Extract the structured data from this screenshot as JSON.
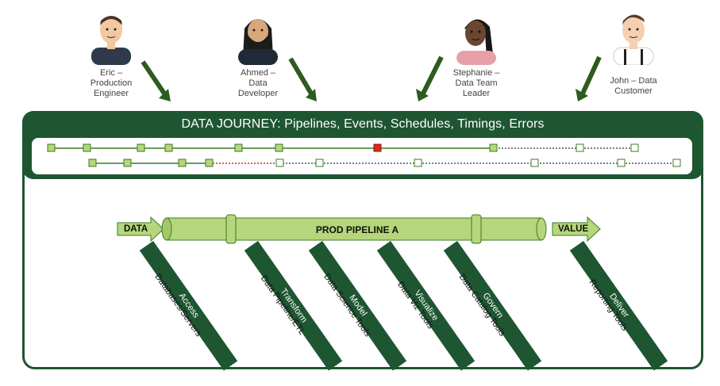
{
  "personas": [
    {
      "name": "Eric –\nProduction\nEngineer",
      "skin": "#f2c8a0",
      "hair": "#4a3322",
      "shirt": "#2f3b4a"
    },
    {
      "name": "Ahmed –\nData\nDeveloper",
      "skin": "#d9a77c",
      "hair": "#1c1c1c",
      "shirt": "#1f2a36"
    },
    {
      "name": "Stephanie –\nData Team\nLeader",
      "skin": "#6b4630",
      "hair": "#171717",
      "shirt": "#e8a0a8"
    },
    {
      "name": "John – Data\nCustomer",
      "skin": "#f4d0b0",
      "hair": "#5a3b22",
      "shirt": "#ffffff"
    }
  ],
  "title": "DATA JOURNEY: Pipelines, Events, Schedules, Timings, Errors",
  "pipeline_label": "PROD PIPELINE A",
  "data_label": "DATA",
  "value_label": "VALUE",
  "tools": [
    {
      "stage": "Access",
      "tool": "Databases/Servers"
    },
    {
      "stage": "Transform",
      "tool": "Data Pipeline/ETL"
    },
    {
      "stage": "Model",
      "tool": "Data Science Tools"
    },
    {
      "stage": "Visualize",
      "tool": "Data Viz Tools"
    },
    {
      "stage": "Govern",
      "tool": "Data Catalog Tools"
    },
    {
      "stage": "Deliver",
      "tool": "Reporting Tools"
    }
  ],
  "colors": {
    "dark_green": "#1e5631",
    "light_green": "#b5d67a",
    "error_red": "#d62b1f"
  }
}
